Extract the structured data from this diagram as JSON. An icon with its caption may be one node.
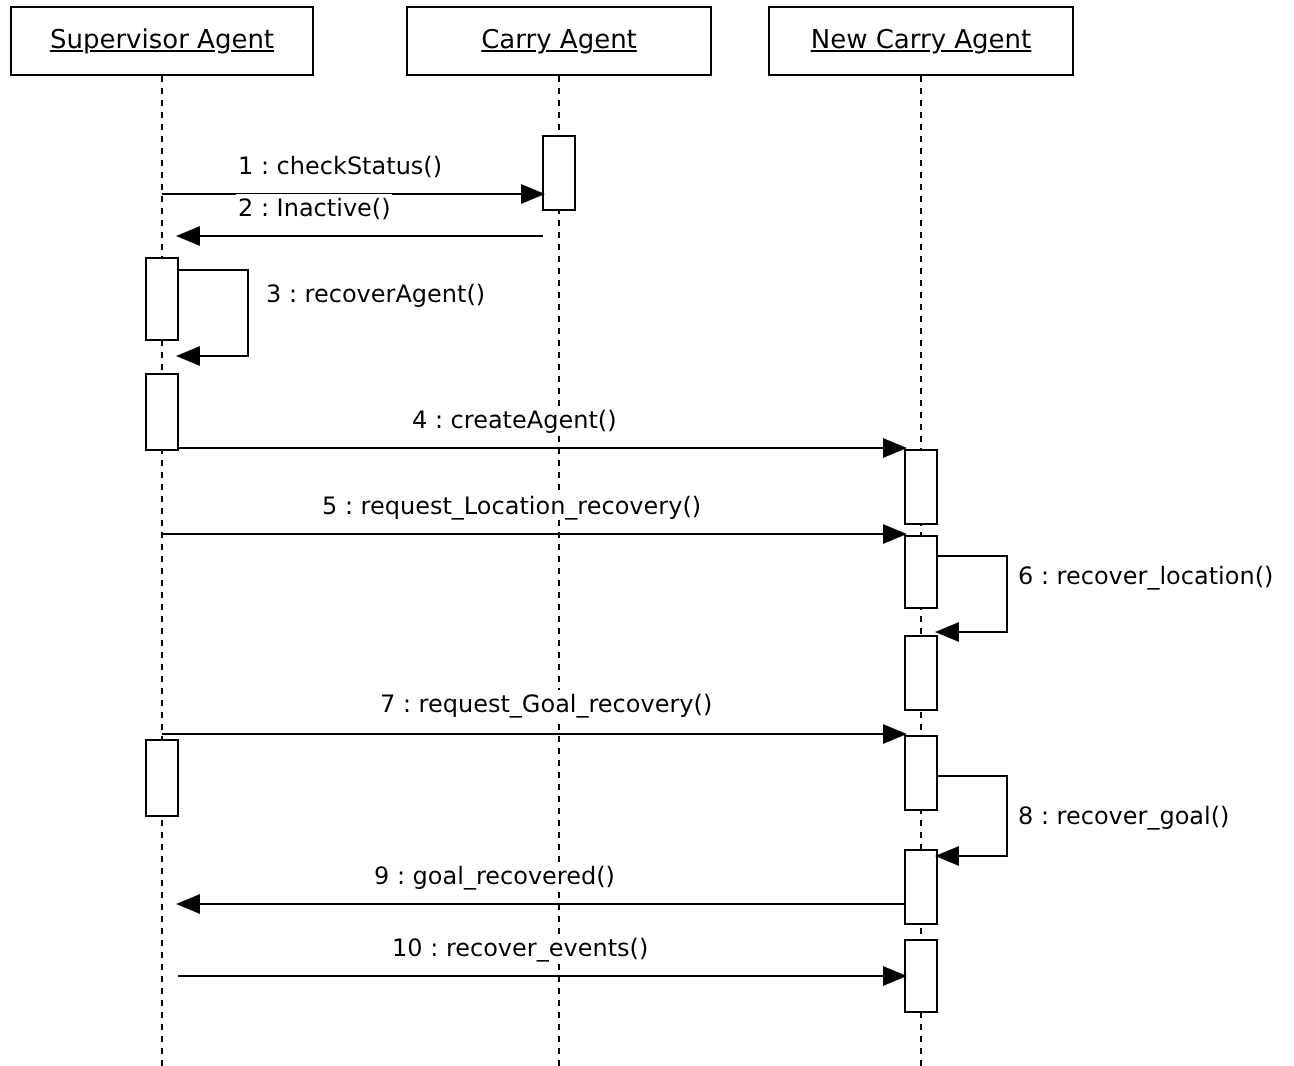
{
  "diagram": {
    "nodes": [
      {
        "text": [
          "Supervisor Agent"
        ]
      },
      {
        "text": [
          "Carry Agent"
        ]
      },
      {
        "text": [
          "New Carry Agent"
        ]
      }
    ],
    "edges": [
      {
        "from": 0,
        "to": 1,
        "arrow": "to",
        "label": "1 : checkStatus()"
      },
      {
        "from": 1,
        "to": 0,
        "arrow": "to",
        "label": "2 : Inactive()"
      },
      {
        "from": 0,
        "to": 0,
        "arrow": "to",
        "label": "3 : recoverAgent()"
      },
      {
        "from": 0,
        "to": 2,
        "arrow": "to",
        "label": "4 : createAgent()"
      },
      {
        "from": 0,
        "to": 2,
        "arrow": "to",
        "label": "5 : request_Location_recovery()"
      },
      {
        "from": 2,
        "to": 2,
        "arrow": "to",
        "label": "6 : recover_location()"
      },
      {
        "from": 0,
        "to": 2,
        "arrow": "to",
        "label": "7 : request_Goal_recovery()"
      },
      {
        "from": 2,
        "to": 2,
        "arrow": "to",
        "label": "8 : recover_goal()"
      },
      {
        "from": 2,
        "to": 0,
        "arrow": "to",
        "label": "9 : goal_recovered()"
      },
      {
        "from": 0,
        "to": 2,
        "arrow": "to",
        "label": "10 : recover_events()"
      }
    ]
  }
}
